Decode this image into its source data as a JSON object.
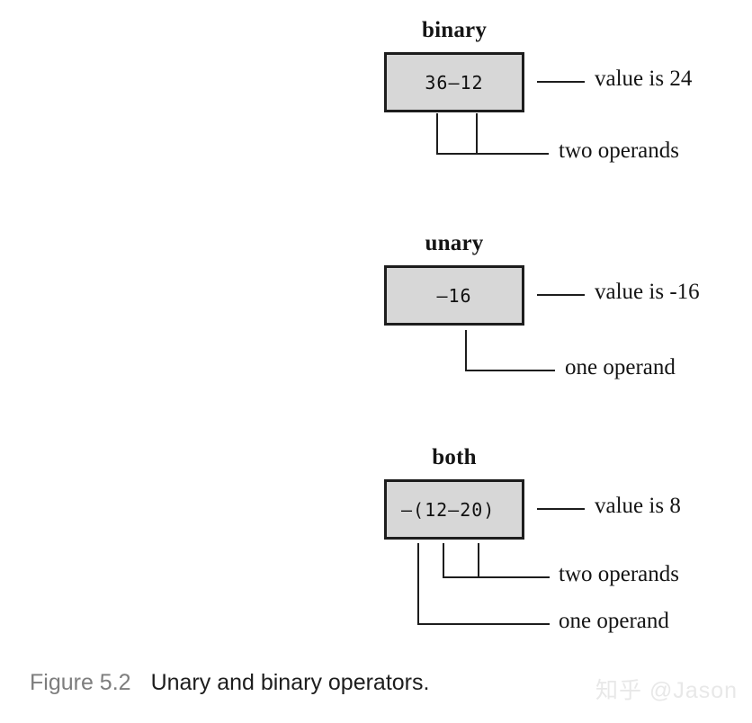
{
  "figure": {
    "caption_number": "Figure 5.2",
    "caption_text": "Unary and binary operators.",
    "watermark": "知乎 @Jason",
    "colors": {
      "box_fill": "#d7d7d7",
      "box_border": "#1d1d1d",
      "stroke": "#1d1d1d",
      "caption_number": "#7d7d7d",
      "caption_text": "#1d1d1d",
      "watermark": "#e8e8e8",
      "background": "#ffffff"
    }
  },
  "groups": [
    {
      "id": "binary",
      "title": "binary",
      "expression": "36—12",
      "value_label": "value is 24",
      "operand_labels": [
        "two operands"
      ],
      "operand_count": 2
    },
    {
      "id": "unary",
      "title": "unary",
      "expression": "—16",
      "value_label": "value is -16",
      "operand_labels": [
        "one operand"
      ],
      "operand_count": 1
    },
    {
      "id": "both",
      "title": "both",
      "expression": "—(12—20)",
      "value_label": "value is 8",
      "operand_labels": [
        "two operands",
        "one operand"
      ],
      "operand_count": 3
    }
  ]
}
